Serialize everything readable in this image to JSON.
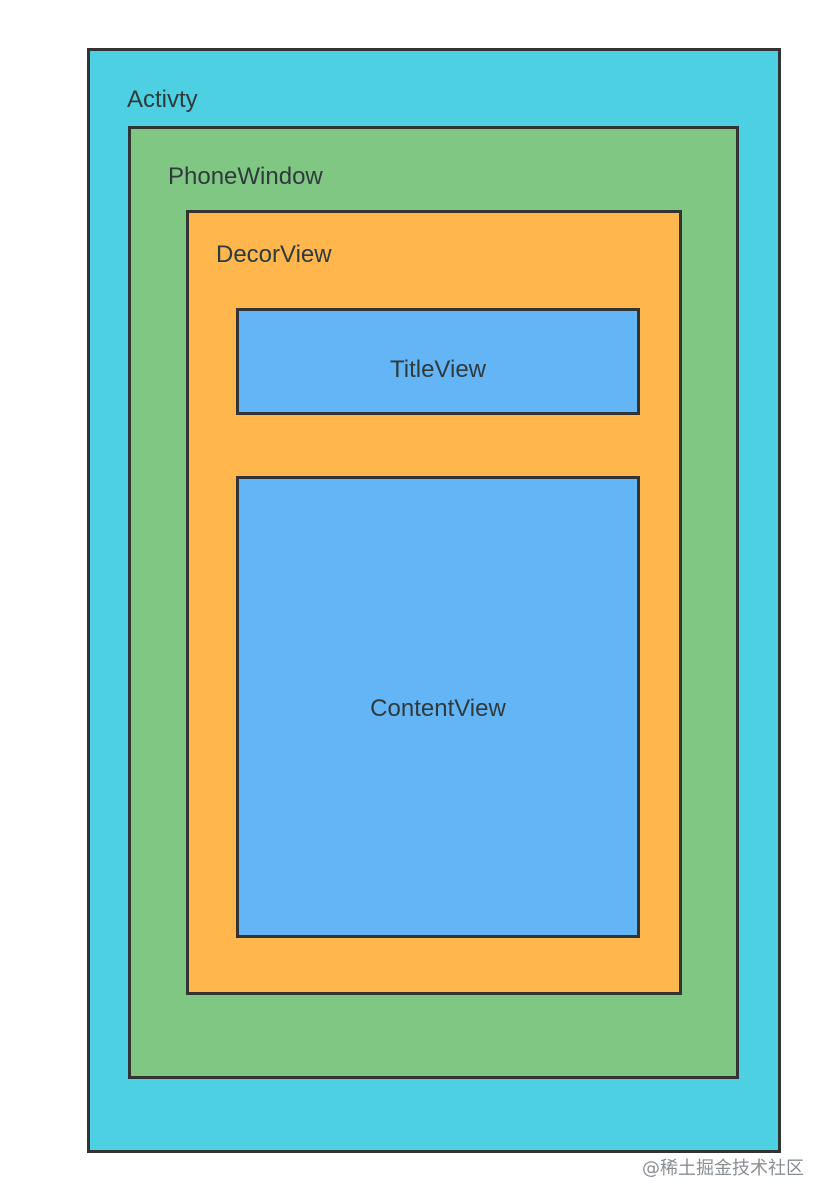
{
  "diagram": {
    "activity": {
      "label": "Activty",
      "color": "#4dd0e1"
    },
    "phone_window": {
      "label": "PhoneWindow",
      "color": "#81c784"
    },
    "decor_view": {
      "label": "DecorView",
      "color": "#ffb74d"
    },
    "title_view": {
      "label": "TitleView",
      "color": "#64b5f6"
    },
    "content_view": {
      "label": "ContentView",
      "color": "#64b5f6"
    }
  },
  "watermark": "@稀土掘金技术社区"
}
